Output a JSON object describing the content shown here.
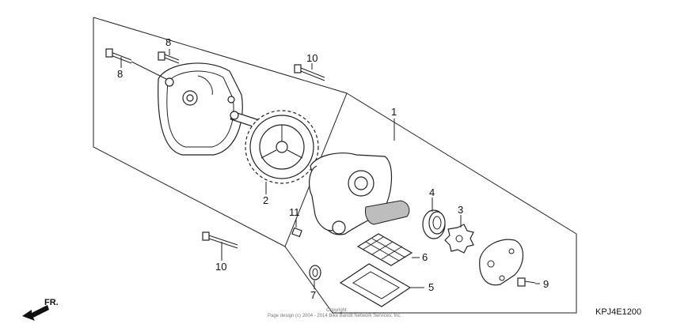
{
  "callouts": {
    "c1": "1",
    "c2": "2",
    "c3": "3",
    "c4": "4",
    "c5": "5",
    "c6": "6",
    "c7": "7",
    "c8a": "8",
    "c8b": "8",
    "c9": "9",
    "c10a": "10",
    "c10b": "10",
    "c11": "11"
  },
  "diagram_code": "KPJ4E1200",
  "direction_label": "FR.",
  "copyright": {
    "line1": "Copyright",
    "line2": "Page design (c) 2004 - 2014 Bike Bandit Network Services, Inc."
  }
}
